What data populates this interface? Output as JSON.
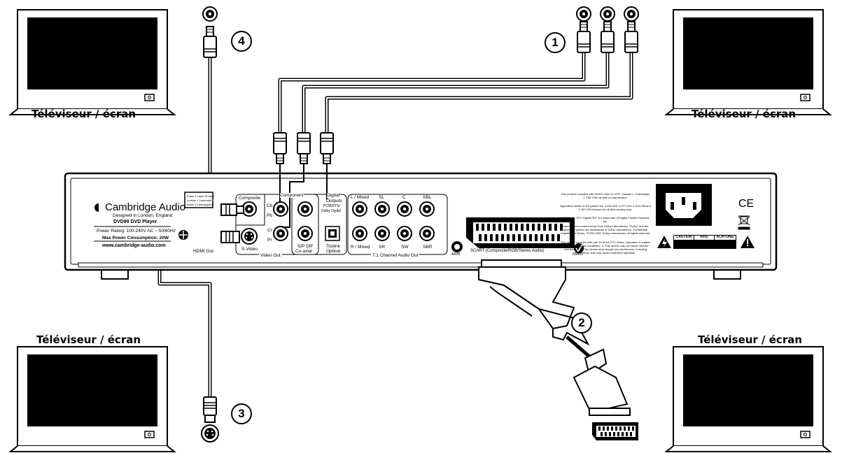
{
  "tv_label": "Téléviseur / écran",
  "callouts": [
    "1",
    "2",
    "3",
    "4"
  ],
  "device": {
    "brand": "Cambridge Audio",
    "tagline": "Designed in London, England",
    "model": "DVD99 DVD Player",
    "power_rating": "Power Rating: 100-240V AC ~ 50/60Hz",
    "max_power": "Max Power Consumption: 20W",
    "website": "www.cambridge-audio.com",
    "laser_lines": [
      "Class 1 Laser Product",
      "Luokan 1 Laserlaite",
      "Klass 1 Laserapparat"
    ],
    "hdmi_label": "HDMI Out",
    "video": {
      "composite": "Composite",
      "component": "Component",
      "svideo": "S-Video",
      "cb": "Cb",
      "pb": "Pb",
      "cr": "Cr",
      "pr": "Pr",
      "group": "Video Out"
    },
    "digital": {
      "title1": "Digital",
      "title2": "Outputs",
      "sub1": "PCM/DTS/",
      "sub2": "Dolby Digital",
      "spdif1": "S/P DIF",
      "spdif2": "Co-axial",
      "tos1": "Toslink",
      "tos2": "Optical"
    },
    "audio71": {
      "top": [
        "L / Mixed",
        "SL",
        "C",
        "SBL"
      ],
      "bottom": [
        "R / Mixed",
        "SR",
        "SW",
        "SBR"
      ],
      "group": "7.1 Channel Audio Out"
    },
    "scart_label": "SCART (Composite/RGB/Stereo Audio)",
    "cert1": "AR46",
    "cert2": "N1863",
    "fcc_note_1": "This product complies with DHHS rules 21 CFR, Chapter 1, Subchapter J, Part 1040 at date of manufacture.",
    "fcc_note_2": "Apparatus claims of US patent nos. 4,631,603; 4,577,216; 4,819,098 and 4,907,093 licensed for limited viewing only.",
    "fcc_note_3": "\"DTS\" and \"DTS Digital Out\" is a trademark of Digital Theatre Systems Inc.",
    "fcc_note_4": "Manufactured under license from Dolby Laboratories. \"Dolby\" and the double-D symbol are trademarks of Dolby Laboratories. Confidential Unpublished Works. ©1992-1997 Dolby Laboratories. All rights reserved.",
    "fcc_note_5": "This device complies with part 15 of the FCC Rules. Operation is subject to the following two conditions: 1) This device may not cause harmful interference. 2) This device must accept any interference, including interference that may cause undesired operation.",
    "warnings": [
      "CAUTION",
      "AVIS",
      "ACHTUNG"
    ],
    "ce": "CE"
  }
}
